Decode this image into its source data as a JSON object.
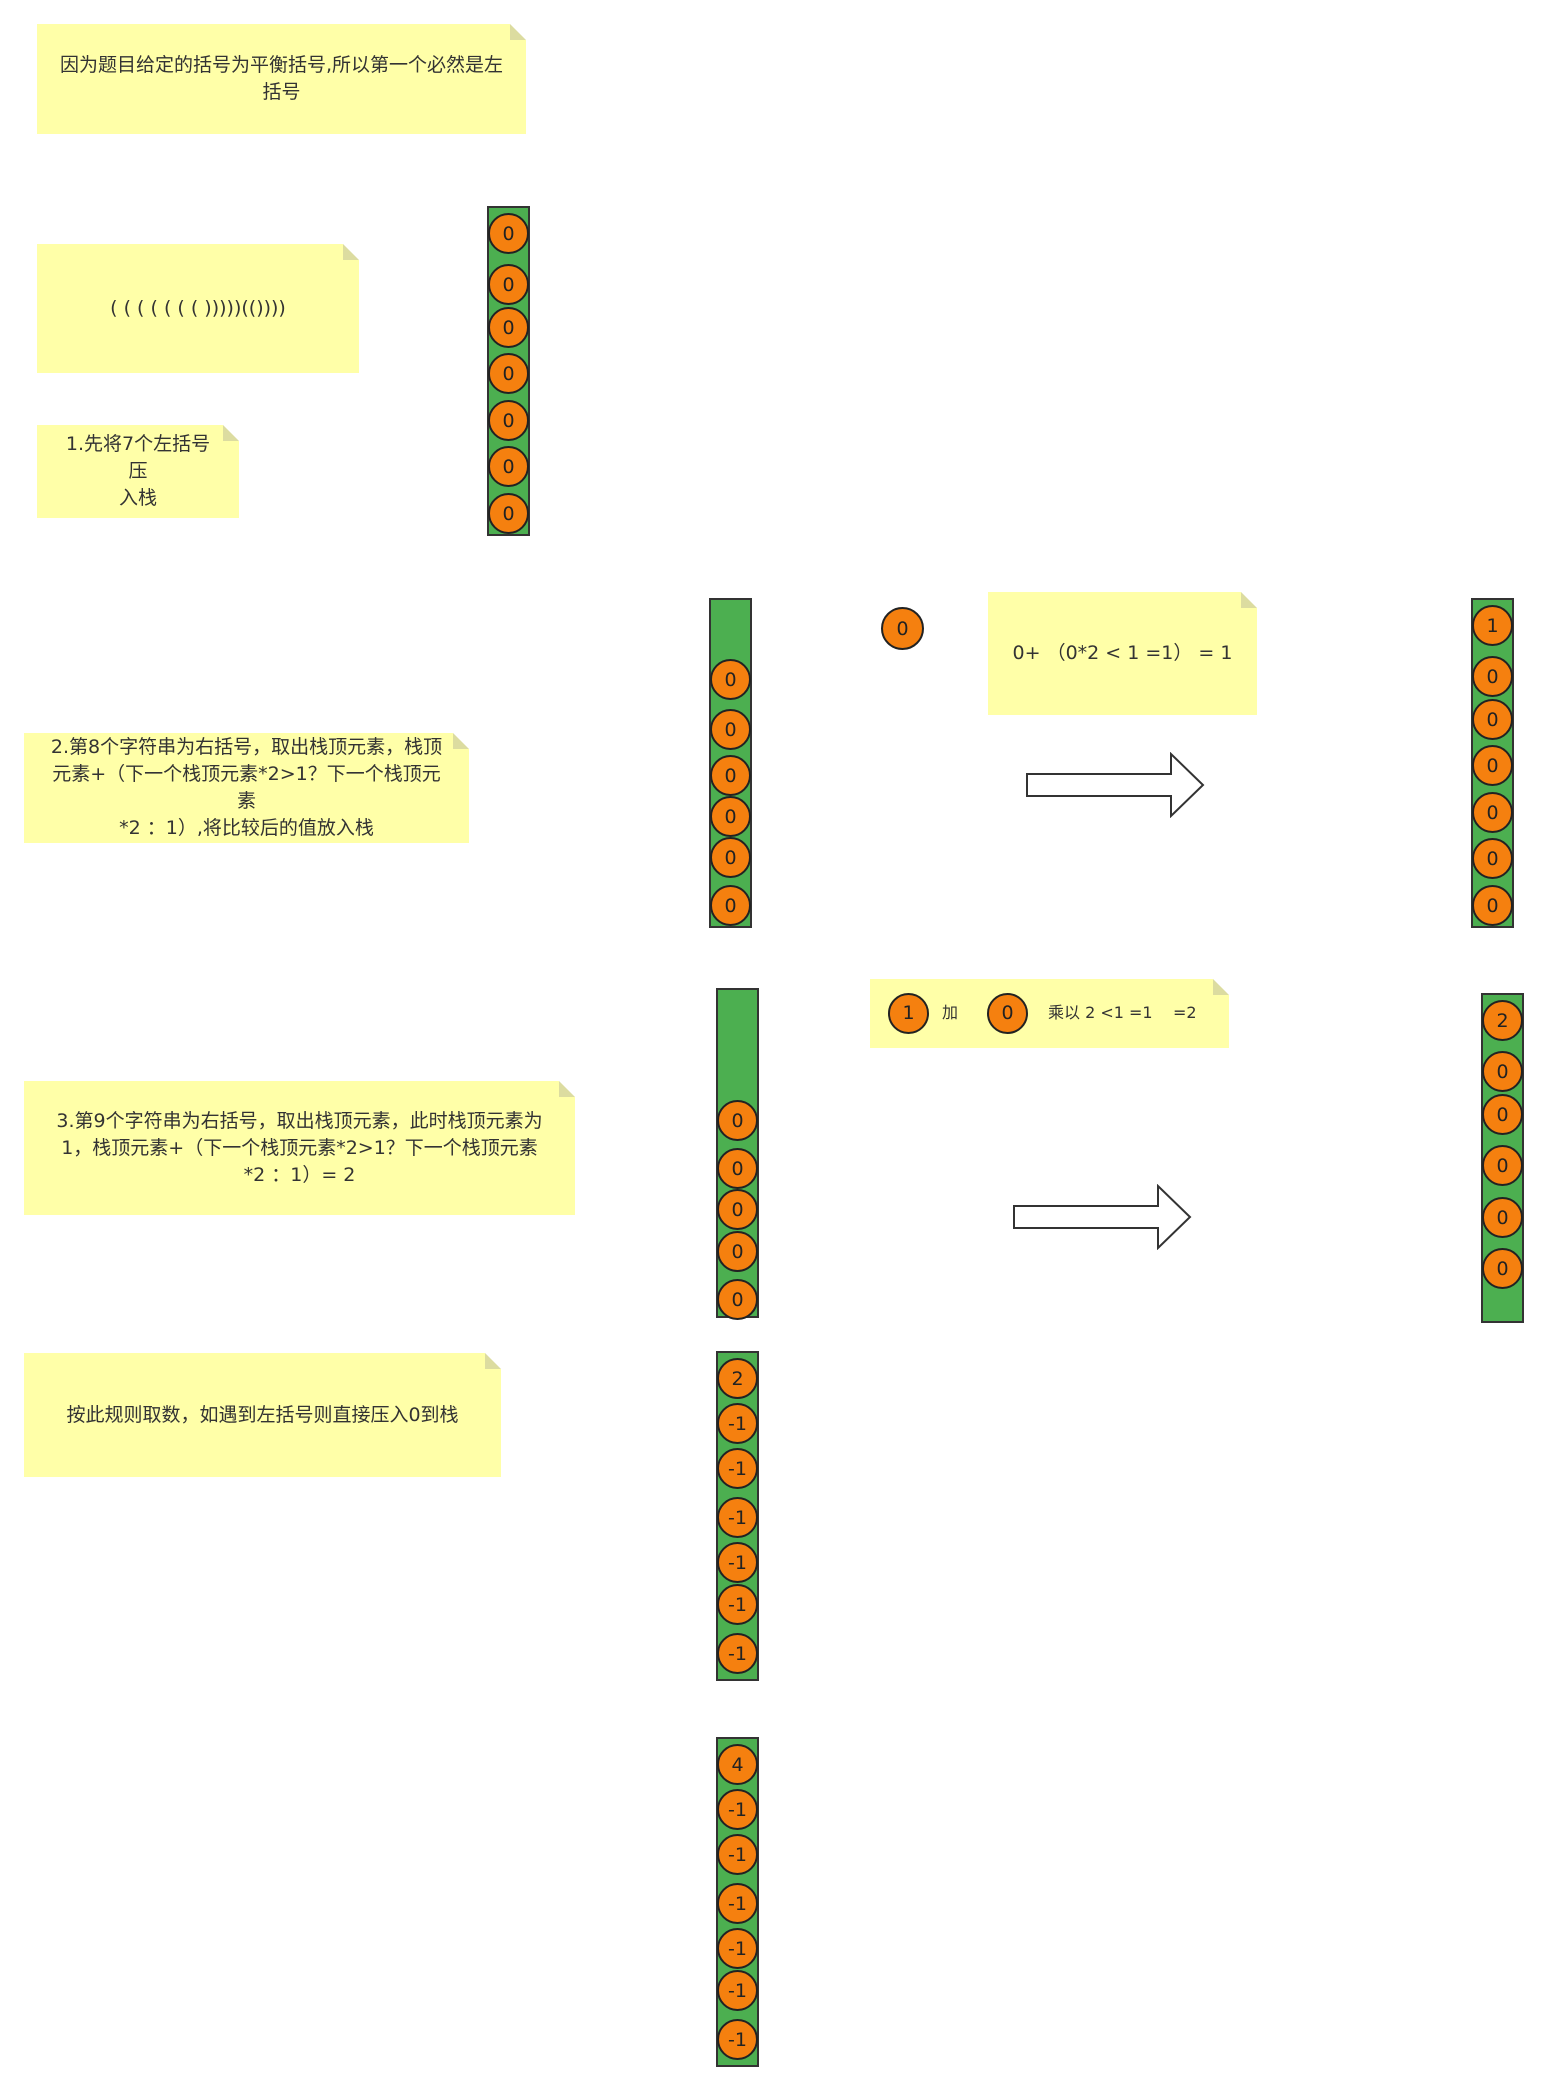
{
  "notes": {
    "intro": "因为题目给定的括号为平衡括号,所以第一个必然是左\n括号",
    "example": "( ( ( ( ( ( (    )))))(())))",
    "step1": "1.先将7个左括号压\n入栈",
    "step2": "2.第8个字符串为右括号，取出栈顶元素，栈顶\n元素+（下一个栈顶元素*2>1？下一个栈顶元素\n*2 ：1）,将比较后的值放入栈",
    "formula": "0+  （0*2 < 1  =1）  = 1",
    "step3": "3.第9个字符串为右括号，取出栈顶元素，此时栈顶元素为\n1，栈顶元素+（下一个栈顶元素*2>1？下一个栈顶元素\n*2 ：1）= 2",
    "rule": "按此规则取数，如遇到左括号则直接压入0到栈"
  },
  "calc2": {
    "a": "1",
    "plus": "加",
    "b": "0",
    "expr": "乘以 2 <1 =1    =2"
  },
  "loose_coin": "0",
  "stacks": {
    "s1": [
      "0",
      "0",
      "0",
      "0",
      "0",
      "0",
      "0"
    ],
    "s2": [
      "0",
      "0",
      "0",
      "0",
      "0",
      "0"
    ],
    "s3": [
      "1",
      "0",
      "0",
      "0",
      "0",
      "0",
      "0"
    ],
    "s4": [
      "0",
      "0",
      "0",
      "0",
      "0"
    ],
    "s5": [
      "2",
      "0",
      "0",
      "0",
      "0",
      "0"
    ],
    "s6": [
      "2",
      "-1",
      "-1",
      "-1",
      "-1",
      "-1",
      "-1"
    ],
    "s7": [
      "4",
      "-1",
      "-1",
      "-1",
      "-1",
      "-1",
      "-1"
    ]
  },
  "colors": {
    "note": "#ffffa8",
    "stack": "#4caf50",
    "coin": "#f5800f"
  }
}
